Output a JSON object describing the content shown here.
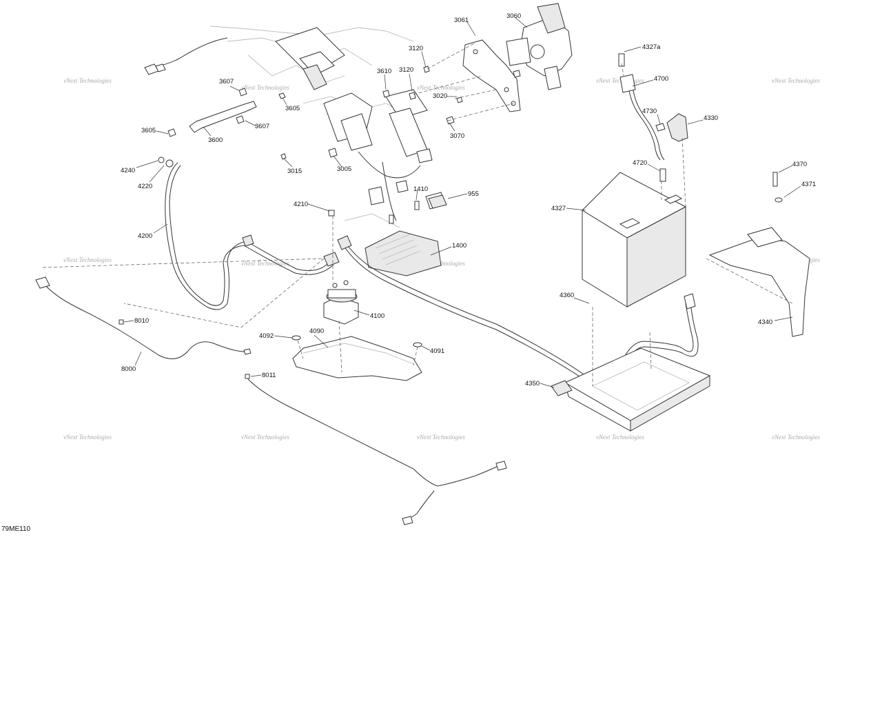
{
  "diagram_code": "79ME110",
  "watermark": {
    "text": "vNext Technologies"
  },
  "callouts": [
    {
      "id": "c3061",
      "text": "3061"
    },
    {
      "id": "c3060",
      "text": "3060"
    },
    {
      "id": "c3120a",
      "text": "3120"
    },
    {
      "id": "c3120b",
      "text": "3120"
    },
    {
      "id": "c3610",
      "text": "3610"
    },
    {
      "id": "c3020",
      "text": "3020"
    },
    {
      "id": "c3070",
      "text": "3070"
    },
    {
      "id": "c3607a",
      "text": "3607"
    },
    {
      "id": "c3605a",
      "text": "3605"
    },
    {
      "id": "c3607b",
      "text": "3607"
    },
    {
      "id": "c3605b",
      "text": "3605"
    },
    {
      "id": "c3600",
      "text": "3600"
    },
    {
      "id": "c3015",
      "text": "3015"
    },
    {
      "id": "c3005",
      "text": "3005"
    },
    {
      "id": "c4240",
      "text": "4240"
    },
    {
      "id": "c4220",
      "text": "4220"
    },
    {
      "id": "c4200",
      "text": "4200"
    },
    {
      "id": "c4210",
      "text": "4210"
    },
    {
      "id": "c1410",
      "text": "1410"
    },
    {
      "id": "c955",
      "text": "955"
    },
    {
      "id": "c1400",
      "text": "1400"
    },
    {
      "id": "c4100",
      "text": "4100"
    },
    {
      "id": "c4092",
      "text": "4092"
    },
    {
      "id": "c4090",
      "text": "4090"
    },
    {
      "id": "c4091",
      "text": "4091"
    },
    {
      "id": "c8010",
      "text": "8010"
    },
    {
      "id": "c8000",
      "text": "8000"
    },
    {
      "id": "c8011",
      "text": "8011"
    },
    {
      "id": "c4327a",
      "text": "4327a"
    },
    {
      "id": "c4700",
      "text": "4700"
    },
    {
      "id": "c4730",
      "text": "4730"
    },
    {
      "id": "c4330",
      "text": "4330"
    },
    {
      "id": "c4720",
      "text": "4720"
    },
    {
      "id": "c4327",
      "text": "4327"
    },
    {
      "id": "c4360",
      "text": "4360"
    },
    {
      "id": "c4350",
      "text": "4350"
    },
    {
      "id": "c4370",
      "text": "4370"
    },
    {
      "id": "c4371",
      "text": "4371"
    },
    {
      "id": "c4340",
      "text": "4340"
    }
  ]
}
